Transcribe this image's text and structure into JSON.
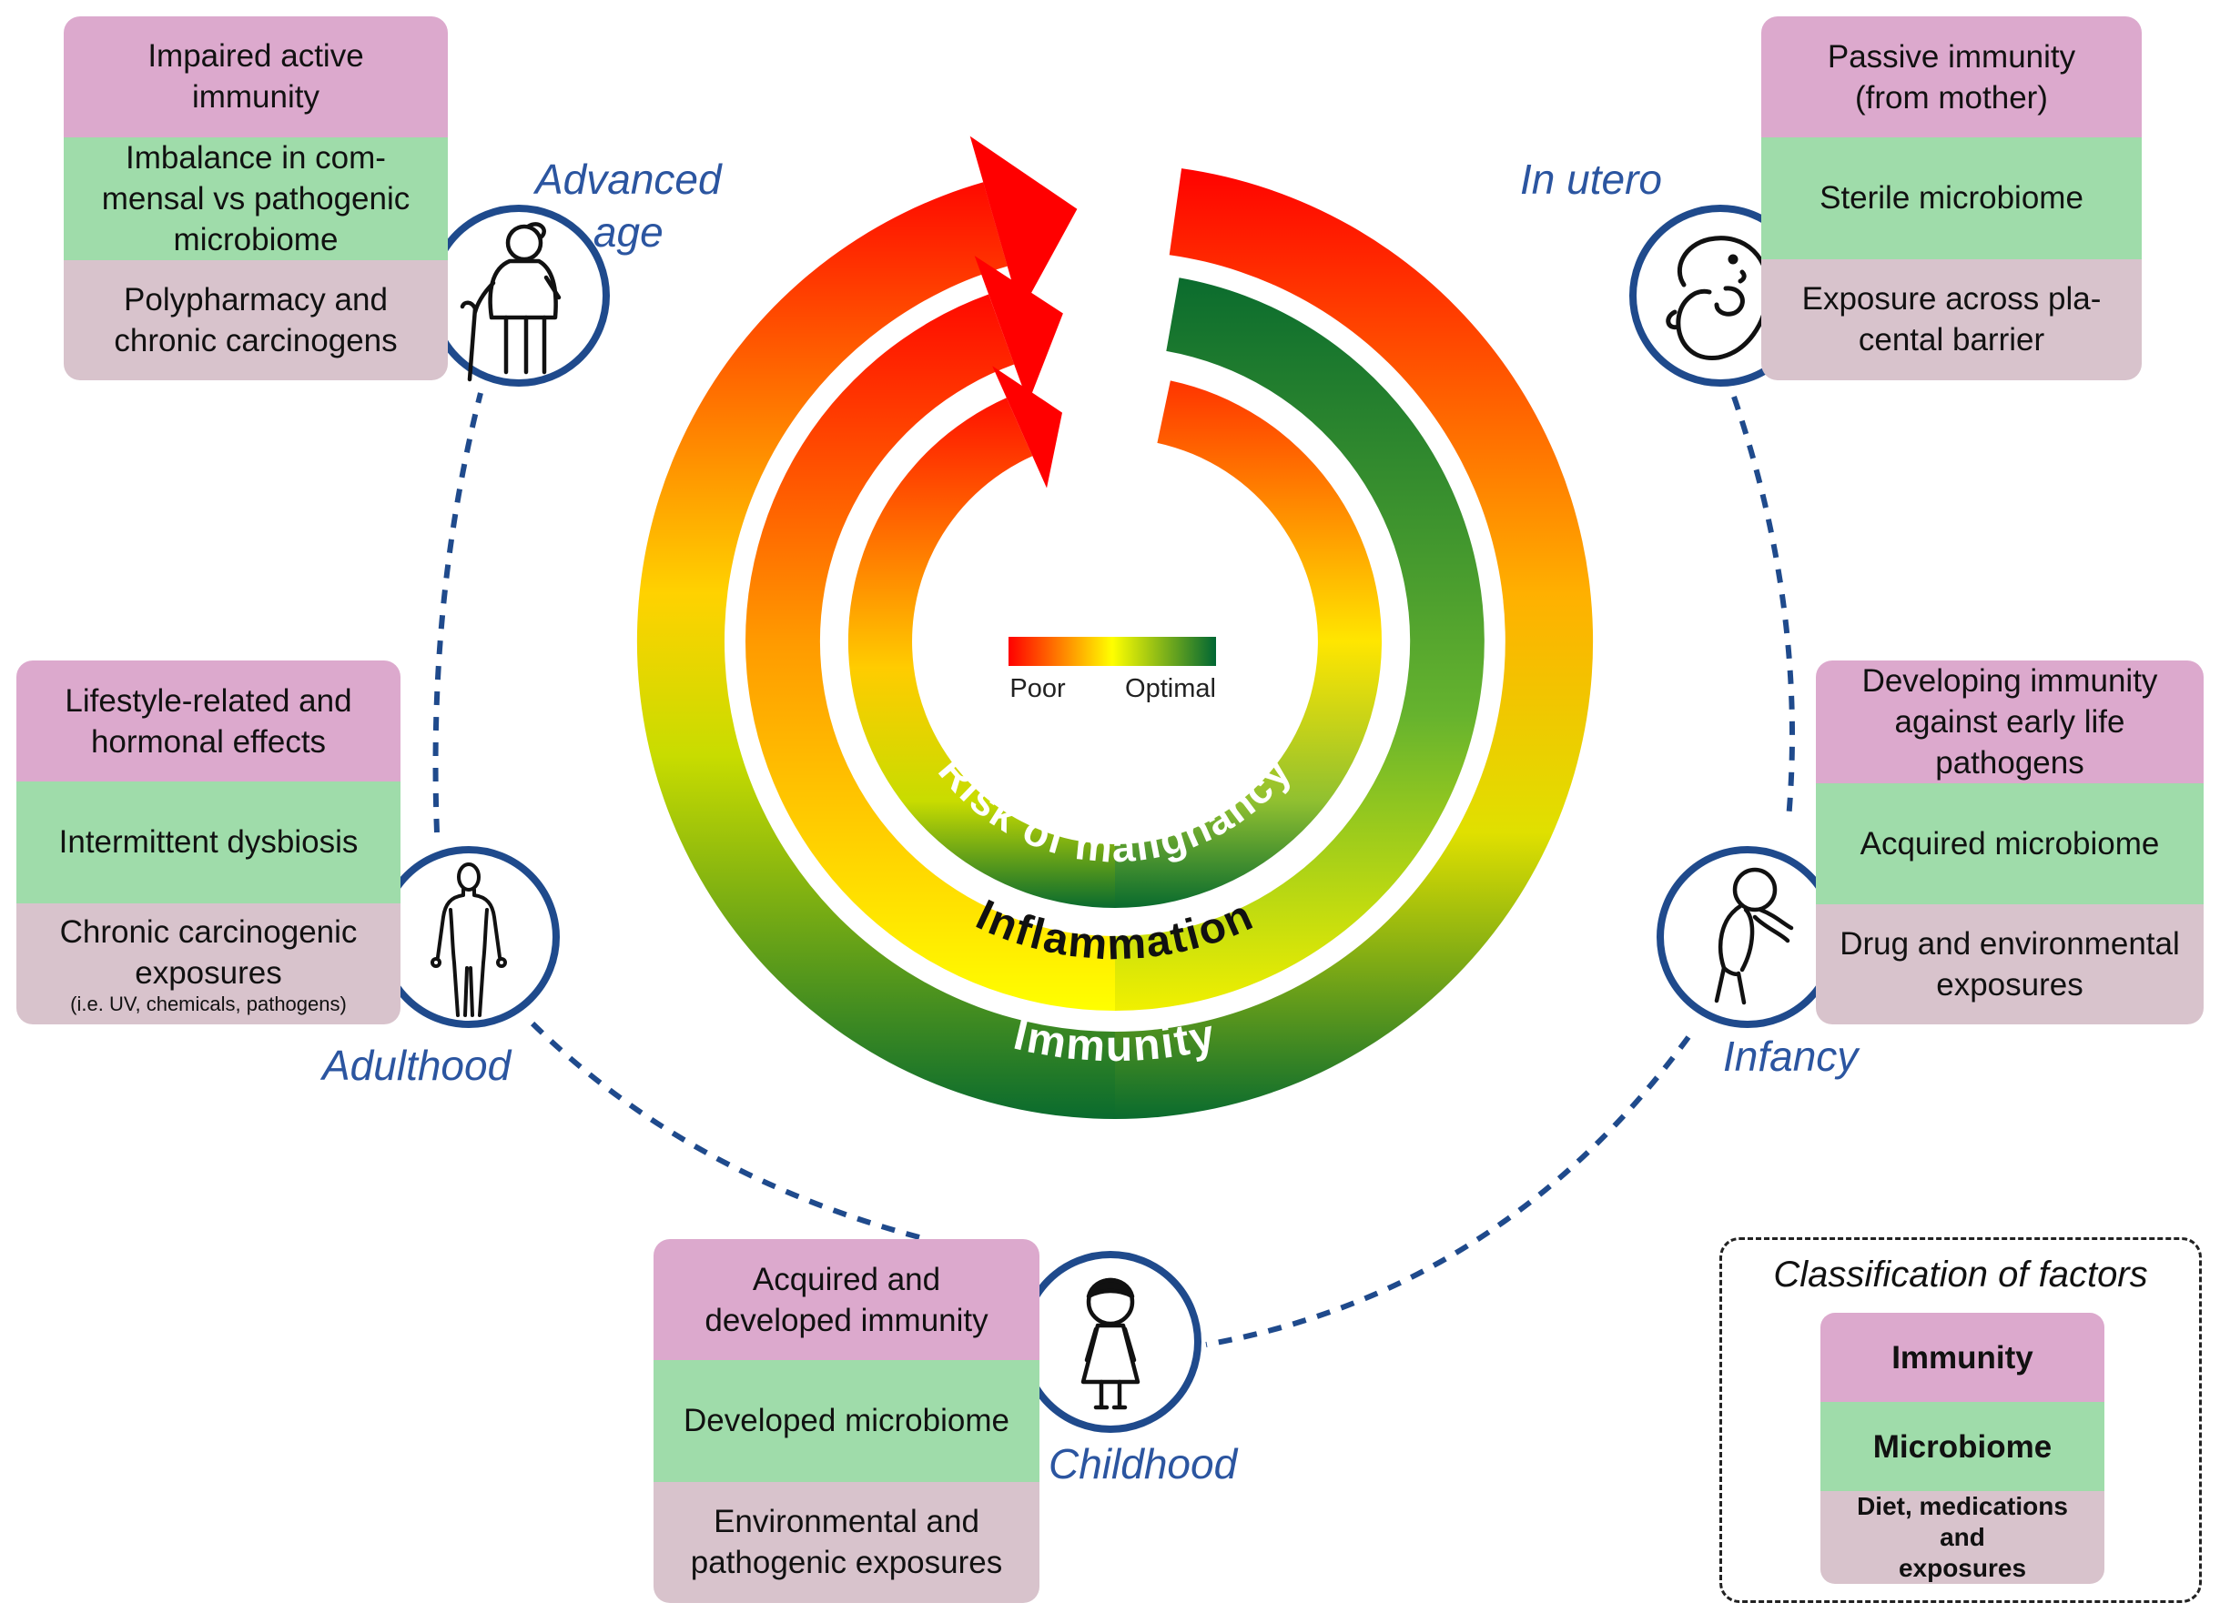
{
  "stages": {
    "in_utero": "In utero",
    "infancy": "Infancy",
    "childhood": "Childhood",
    "adulthood": "Adulthood",
    "advanced_age": "Advanced\nage"
  },
  "boxes": {
    "advanced_age": {
      "immunity": "Impaired active\nimmunity",
      "microbiome": "Imbalance in com-\nmensal vs pathogenic\nmicrobiome",
      "exposures": "Polypharmacy and\nchronic carcinogens"
    },
    "in_utero": {
      "immunity": "Passive immunity\n(from mother)",
      "microbiome": "Sterile microbiome",
      "exposures": "Exposure across pla-\ncental barrier"
    },
    "adulthood": {
      "immunity": "Lifestyle-related and\nhormonal effects",
      "microbiome": "Intermittent dysbiosis",
      "exposures": "Chronic carcinogenic\nexposures",
      "exposures_note": "(i.e. UV, chemicals, pathogens)"
    },
    "infancy": {
      "immunity": "Developing immunity\nagainst early life\npathogens",
      "microbiome": "Acquired microbiome",
      "exposures": "Drug and environmental\nexposures"
    },
    "childhood": {
      "immunity": "Acquired and\ndeveloped immunity",
      "microbiome": "Developed microbiome",
      "exposures": "Environmental and\npathogenic exposures"
    }
  },
  "rings": {
    "outer": "Immunity",
    "middle": "Inflammation",
    "inner": "Risk of malignancy"
  },
  "scale": {
    "low": "Poor",
    "high": "Optimal"
  },
  "legend": {
    "title": "Classification of factors",
    "immunity": "Immunity",
    "microbiome": "Microbiome",
    "exposures": "Diet, medications and\nexposures"
  },
  "colors": {
    "immunity_row": "#dca9cd",
    "microbiome_row": "#9fdcaa",
    "exposures_row": "#d8c3cc",
    "poor": "#ff0000",
    "mid": "#ffff00",
    "optimal": "#006633",
    "timeline": "#1f4a8c"
  },
  "icons": [
    "fetus-icon",
    "crawling-baby-icon",
    "child-icon",
    "adult-icon",
    "elderly-person-icon"
  ]
}
